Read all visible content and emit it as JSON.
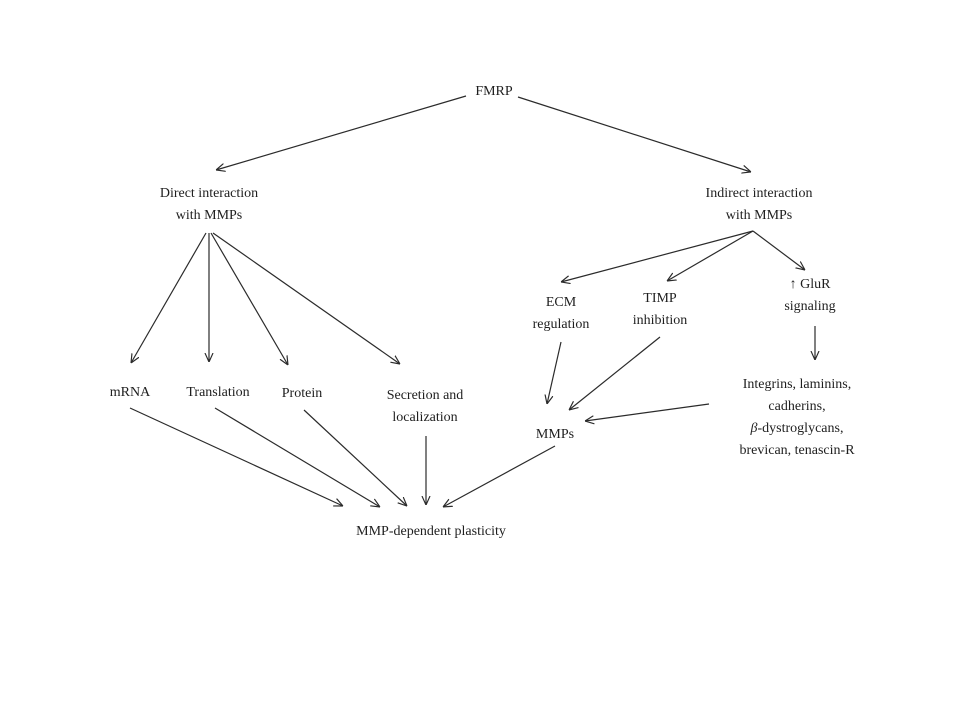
{
  "nodes": {
    "fmrp": {
      "lines": [
        "FMRP"
      ]
    },
    "direct": {
      "lines": [
        "Direct interaction",
        "with MMPs"
      ]
    },
    "indirect": {
      "lines": [
        "Indirect interaction",
        "with MMPs"
      ]
    },
    "mrna": {
      "lines": [
        "mRNA"
      ]
    },
    "translation": {
      "lines": [
        "Translation"
      ]
    },
    "protein": {
      "lines": [
        "Protein"
      ]
    },
    "secretion": {
      "lines": [
        "Secretion and",
        "localization"
      ]
    },
    "ecm": {
      "lines": [
        "ECM",
        "regulation"
      ]
    },
    "timp": {
      "lines": [
        "TIMP",
        "inhibition"
      ]
    },
    "glur": {
      "lines": [
        "↑ GluR",
        "signaling"
      ]
    },
    "integrins": {
      "lines": [
        "Integrins, laminins,",
        "cadherins,",
        "β-dystroglycans,",
        "brevican, tenascin-R"
      ]
    },
    "mmps": {
      "lines": [
        "MMPs"
      ]
    },
    "plasticity": {
      "lines": [
        "MMP-dependent plasticity"
      ]
    }
  },
  "edges": [
    {
      "from": "fmrp",
      "to": "direct"
    },
    {
      "from": "fmrp",
      "to": "indirect"
    },
    {
      "from": "direct",
      "to": "mrna"
    },
    {
      "from": "direct",
      "to": "translation"
    },
    {
      "from": "direct",
      "to": "protein"
    },
    {
      "from": "direct",
      "to": "secretion"
    },
    {
      "from": "indirect",
      "to": "ecm"
    },
    {
      "from": "indirect",
      "to": "timp"
    },
    {
      "from": "indirect",
      "to": "glur"
    },
    {
      "from": "glur",
      "to": "integrins"
    },
    {
      "from": "ecm",
      "to": "mmps"
    },
    {
      "from": "timp",
      "to": "mmps"
    },
    {
      "from": "integrins",
      "to": "mmps"
    },
    {
      "from": "mrna",
      "to": "plasticity"
    },
    {
      "from": "translation",
      "to": "plasticity"
    },
    {
      "from": "protein",
      "to": "plasticity"
    },
    {
      "from": "secretion",
      "to": "plasticity"
    },
    {
      "from": "mmps",
      "to": "plasticity"
    }
  ]
}
